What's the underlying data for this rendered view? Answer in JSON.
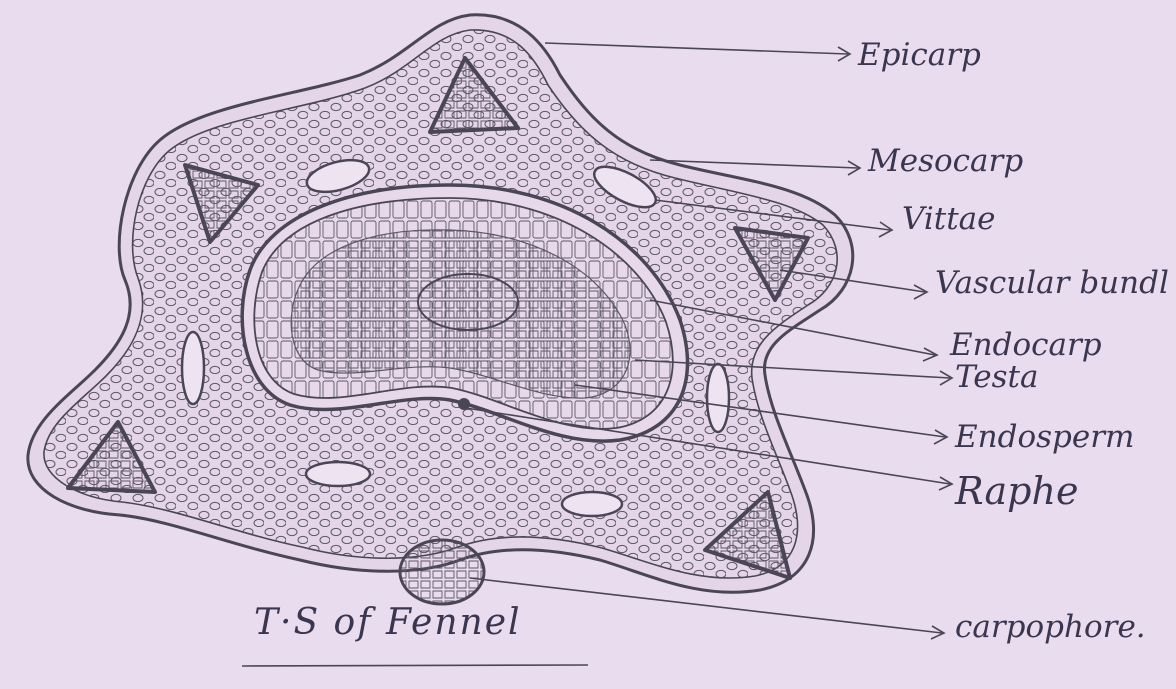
{
  "title": "T·S of Fennel",
  "labels": {
    "epicarp": "Epicarp",
    "mesocarp": "Mesocarp",
    "vittae": "Vittae",
    "vascular_bundle": "Vascular bundl",
    "endocarp": "Endocarp",
    "testa": "Testa",
    "endosperm": "Endosperm",
    "raphe": "Raphe",
    "carpophore": "carpophore."
  },
  "colors": {
    "paper": "#e9dcee",
    "ink": "#4a4658",
    "cell": "#5d5868"
  }
}
